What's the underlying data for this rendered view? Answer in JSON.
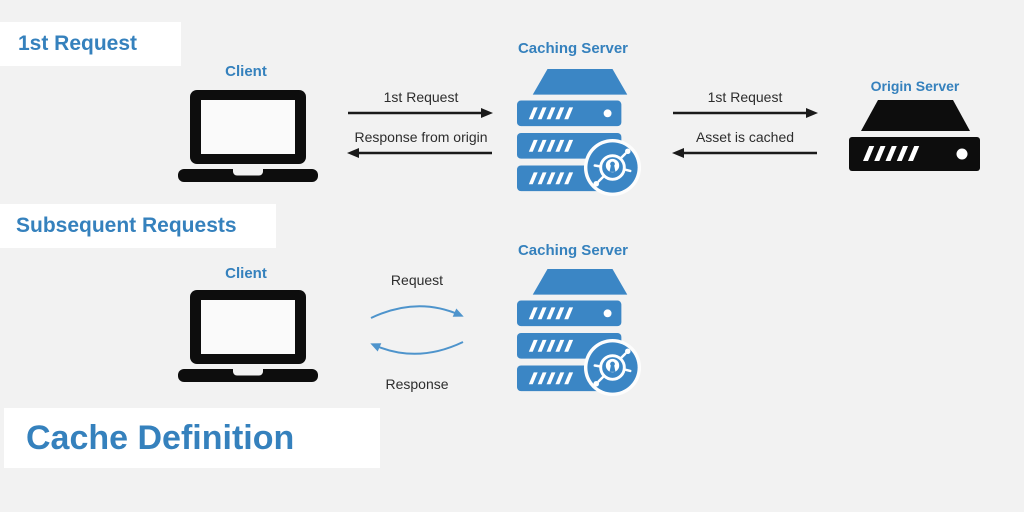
{
  "titles": {
    "first": "1st Request",
    "subsequent": "Subsequent Requests",
    "footer": "Cache Definition"
  },
  "row1": {
    "client": "Client",
    "caching_server": "Caching Server",
    "origin_server": "Origin Server",
    "arrows": {
      "to_cache": "1st Request",
      "from_cache": "Response from origin",
      "to_origin": "1st Request",
      "from_origin": "Asset is cached"
    }
  },
  "row2": {
    "client": "Client",
    "caching_server": "Caching Server",
    "request": "Request",
    "response": "Response"
  },
  "icons": {
    "client": "laptop-icon",
    "caching_server": "server-stack-with-lock-badge-icon",
    "origin_server": "rack-server-icon"
  },
  "colors": {
    "background": "#f2f2f2",
    "panel": "#ffffff",
    "heading_blue": "#3581bd",
    "server_icon_blue": "#3b86c5",
    "device_icon_black": "#0d0d0d",
    "arrow_black": "#1a1a1a",
    "arrow_label_dark": "#2d2d2d",
    "curve_arrow_blue": "#4e94cc"
  }
}
